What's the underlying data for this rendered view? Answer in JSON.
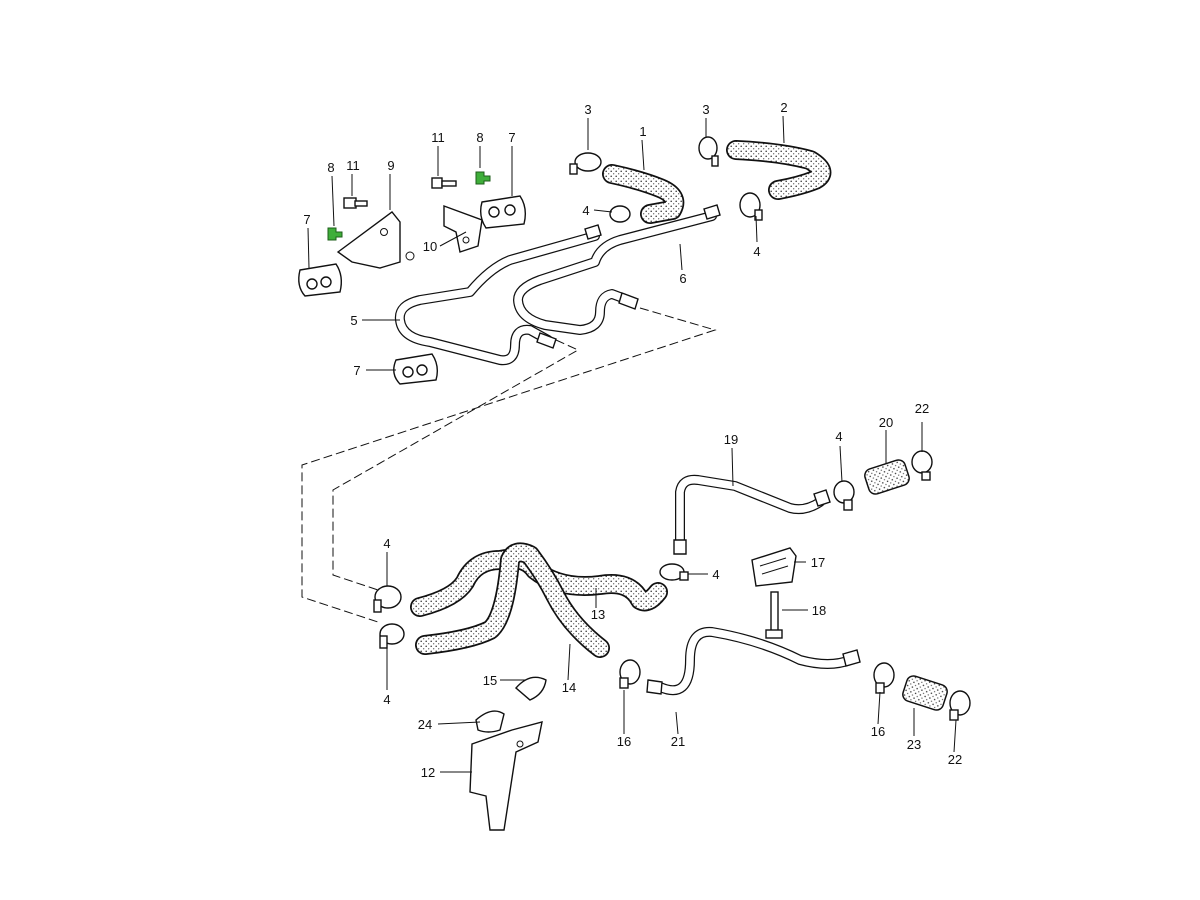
{
  "callouts": [
    "1",
    "2",
    "3",
    "4",
    "5",
    "6",
    "7",
    "8",
    "9",
    "10",
    "11",
    "12",
    "13",
    "14",
    "15",
    "16",
    "17",
    "18",
    "19",
    "20",
    "21",
    "22",
    "23",
    "24"
  ],
  "colors": {
    "line": "#111111",
    "hose_fill_dots": "#333333",
    "clip_highlight": "#3fae3a",
    "background": "#ffffff"
  },
  "icons": [
    "hose-clamp-icon",
    "bracket-icon",
    "bolt-icon",
    "clip-icon"
  ]
}
